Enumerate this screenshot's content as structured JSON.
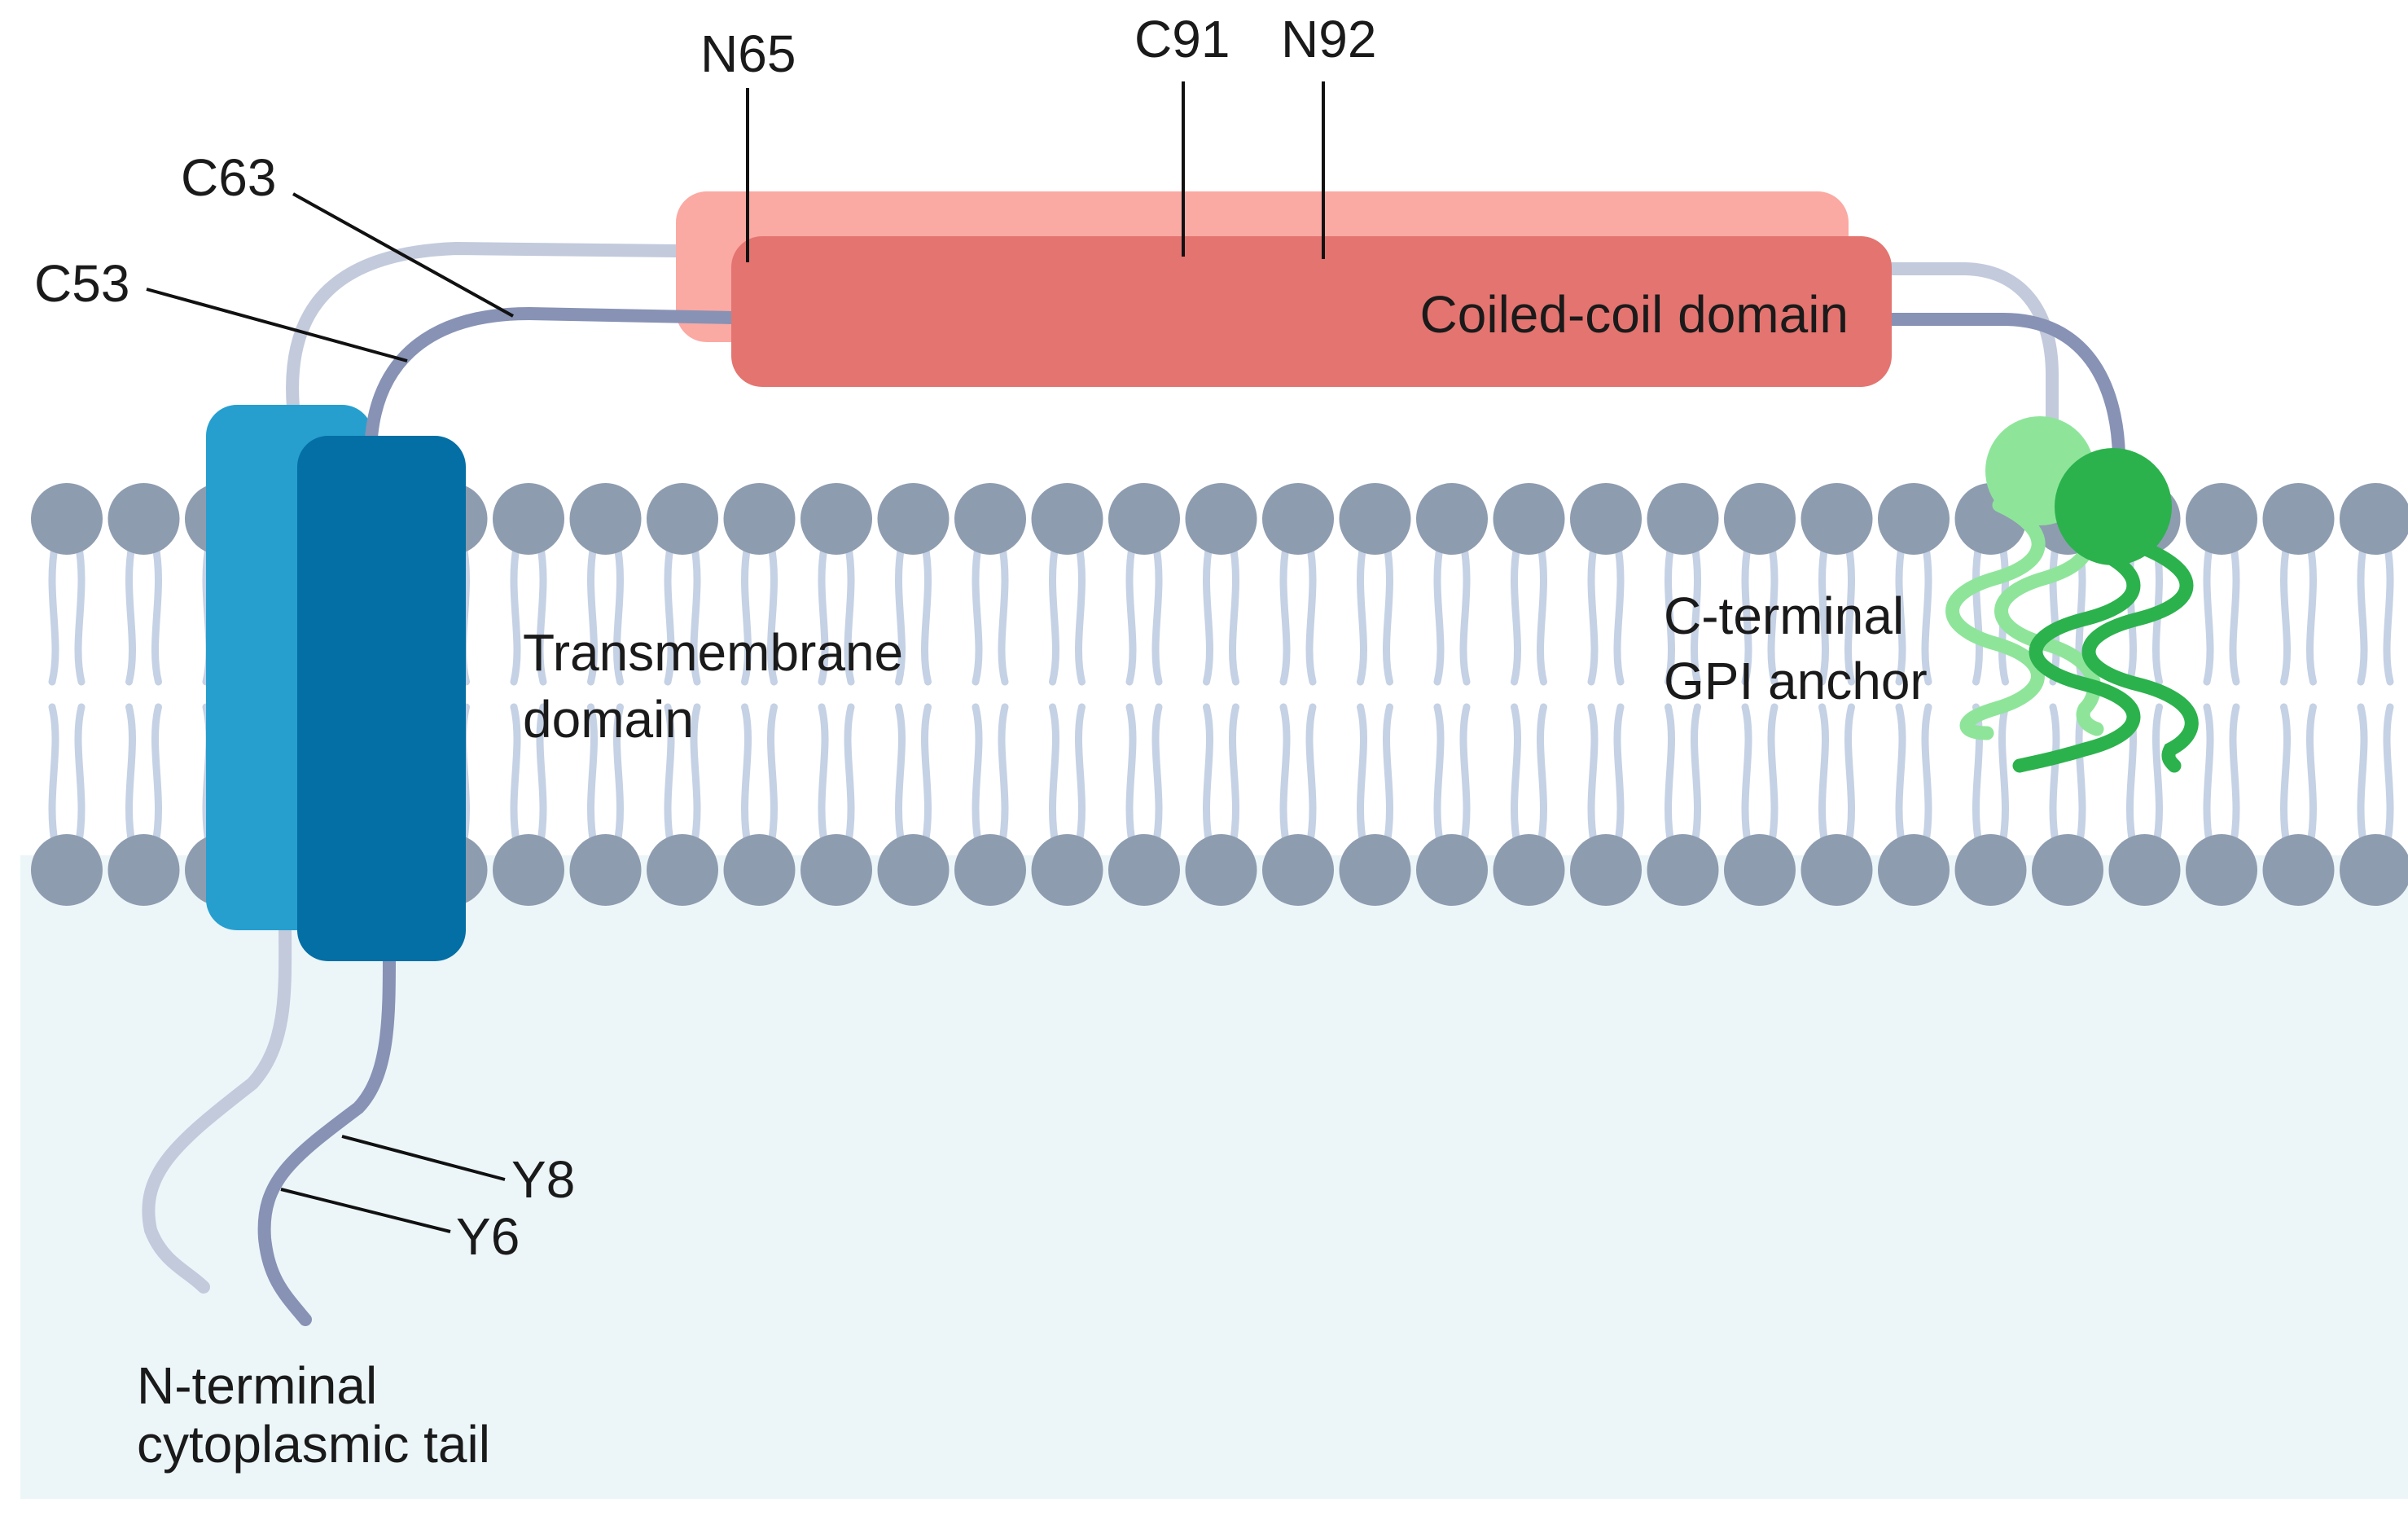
{
  "labels": {
    "n65": "N65",
    "c91": "C91",
    "n92": "N92",
    "c63": "C63",
    "c53": "C53",
    "y8": "Y8",
    "y6": "Y6",
    "coiled_coil": "Coiled-coil domain",
    "transmembrane_line1": "Transmembrane",
    "transmembrane_line2": "domain",
    "gpi_line1": "C-terminal",
    "gpi_line2": "GPI anchor",
    "nterm_line1": "N-terminal",
    "nterm_line2": "cytoplasmic tail"
  },
  "colors": {
    "cytoplasm": "#ecf6f9",
    "lipid_head": "#8e9cb0",
    "lipid_tail": "#c5d1e4",
    "chain_front": "#8792b5",
    "chain_back": "#c2cadc",
    "coil_front": "#e47470",
    "coil_back": "#fba9a3",
    "tm_front": "#046fa5",
    "tm_back": "#269fcf",
    "gpi_front": "#2bb24c",
    "gpi_back": "#8ee59a"
  }
}
